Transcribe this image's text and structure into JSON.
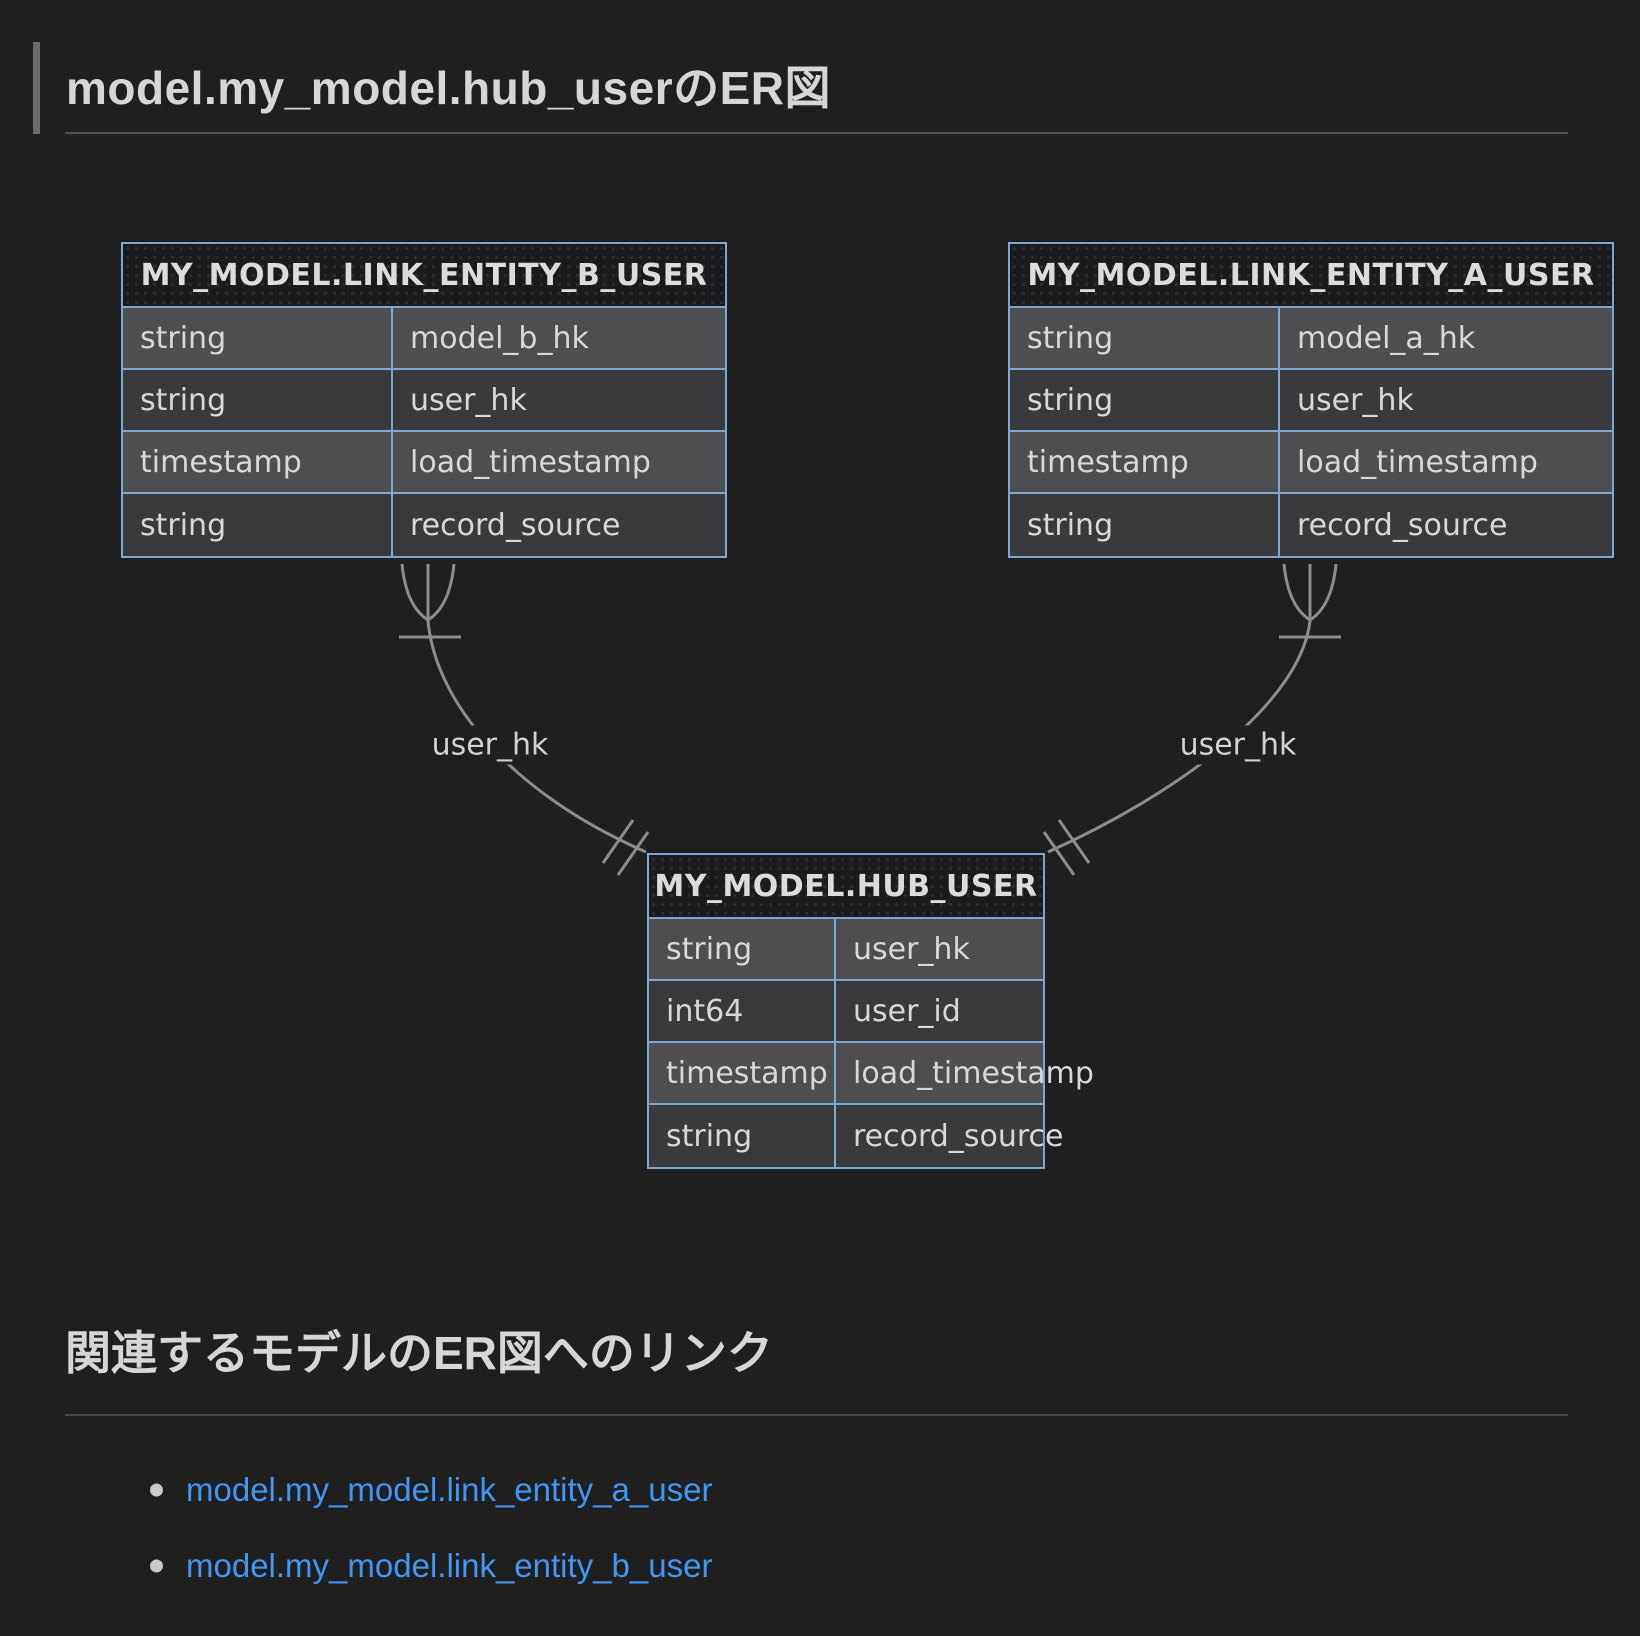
{
  "page": {
    "title": "model.my_model.hub_userのER図",
    "section2_title": "関連するモデルのER図へのリンク"
  },
  "diagram": {
    "entities": [
      {
        "name": "MY_MODEL.LINK_ENTITY_B_USER",
        "rows": [
          [
            "string",
            "model_b_hk"
          ],
          [
            "string",
            "user_hk"
          ],
          [
            "timestamp",
            "load_timestamp"
          ],
          [
            "string",
            "record_source"
          ]
        ]
      },
      {
        "name": "MY_MODEL.LINK_ENTITY_A_USER",
        "rows": [
          [
            "string",
            "model_a_hk"
          ],
          [
            "string",
            "user_hk"
          ],
          [
            "timestamp",
            "load_timestamp"
          ],
          [
            "string",
            "record_source"
          ]
        ]
      },
      {
        "name": "MY_MODEL.HUB_USER",
        "rows": [
          [
            "string",
            "user_hk"
          ],
          [
            "int64",
            "user_id"
          ],
          [
            "timestamp",
            "load_timestamp"
          ],
          [
            "string",
            "record_source"
          ]
        ]
      }
    ],
    "relationships": [
      {
        "from": "MY_MODEL.LINK_ENTITY_B_USER",
        "to": "MY_MODEL.HUB_USER",
        "label": "user_hk",
        "cardinality": "one-or-many to exactly-one"
      },
      {
        "from": "MY_MODEL.LINK_ENTITY_A_USER",
        "to": "MY_MODEL.HUB_USER",
        "label": "user_hk",
        "cardinality": "one-or-many to exactly-one"
      }
    ],
    "colors": {
      "border": "#7ea7d1",
      "row_light": "#4e4e50",
      "row_dark": "#3a3a3c",
      "edge": "#8d8d8d",
      "background": "#1f1f20"
    }
  },
  "links": [
    {
      "text": "model.my_model.link_entity_a_user"
    },
    {
      "text": "model.my_model.link_entity_b_user"
    }
  ],
  "link_color": "#4296f4"
}
